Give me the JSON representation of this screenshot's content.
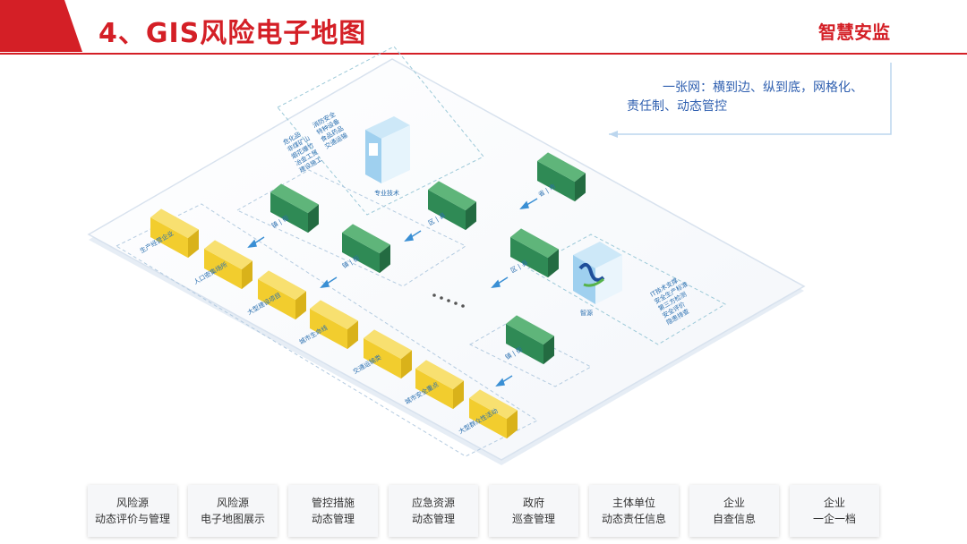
{
  "header": {
    "title": "4、GIS风险电子地图",
    "brand": "智慧安监"
  },
  "note": {
    "line1": "一张网：横到边、纵到底，网格化、",
    "line2": "责任制、动态管控"
  },
  "diagram": {
    "expert_label": "专业技术",
    "smart_label": "智源",
    "city_label": "省 | 市",
    "district_labels": [
      "区 | 县",
      "区 | 县"
    ],
    "town_labels": [
      "镇 | 街",
      "镇 | 街",
      "镇 | 街"
    ],
    "yellow_labels": [
      "生产经营企业",
      "人口密集场所",
      "大型建设项目",
      "城市生命线",
      "交通运输类",
      "城市安全重点",
      "大型群众性活动"
    ],
    "left_list": [
      "危化品",
      "非煤矿山",
      "烟花爆竹",
      "冶金工贸",
      "建设施工",
      "消防安全",
      "特种设备",
      "食品药品",
      "交通运输"
    ],
    "right_list": [
      "IT技术支撑",
      "安全生产标准",
      "第三方检测",
      "安全评价",
      "隐患排查"
    ]
  },
  "cards": [
    {
      "line1": "风险源",
      "line2": "动态评价与管理"
    },
    {
      "line1": "风险源",
      "line2": "电子地图展示"
    },
    {
      "line1": "管控措施",
      "line2": "动态管理"
    },
    {
      "line1": "应急资源",
      "line2": "动态管理"
    },
    {
      "line1": "政府",
      "line2": "巡查管理"
    },
    {
      "line1": "主体单位",
      "line2": "动态责任信息"
    },
    {
      "line1": "企业",
      "line2": "自查信息"
    },
    {
      "line1": "企业",
      "line2": "一企一档"
    }
  ],
  "colors": {
    "accent": "#d41f26",
    "blue": "#2a6fb0",
    "green": "#2f8a55",
    "yellow": "#f2cd2e"
  }
}
